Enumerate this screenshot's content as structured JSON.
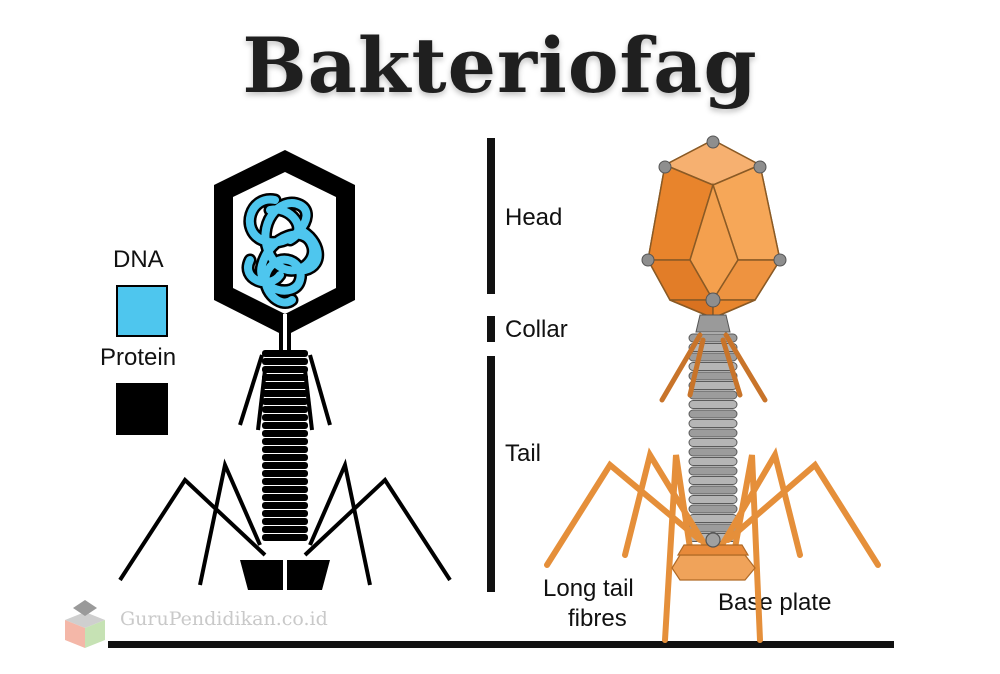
{
  "title": "Bakteriofag",
  "legend": {
    "dna_label": "DNA",
    "protein_label": "Protein",
    "dna_color": "#4ec6ee",
    "protein_color": "#000000"
  },
  "parts": {
    "head": "Head",
    "collar": "Collar",
    "tail": "Tail",
    "long_tail_fibres_line1": "Long tail",
    "long_tail_fibres_line2": "fibres",
    "base_plate": "Base plate"
  },
  "watermark": "GuruPendidikan.co.id",
  "colors": {
    "head_orange": "#f0963a",
    "head_orange_light": "#f7b46a",
    "tail_gray": "#a9a9a9",
    "fibre_orange": "#e58f3a"
  }
}
